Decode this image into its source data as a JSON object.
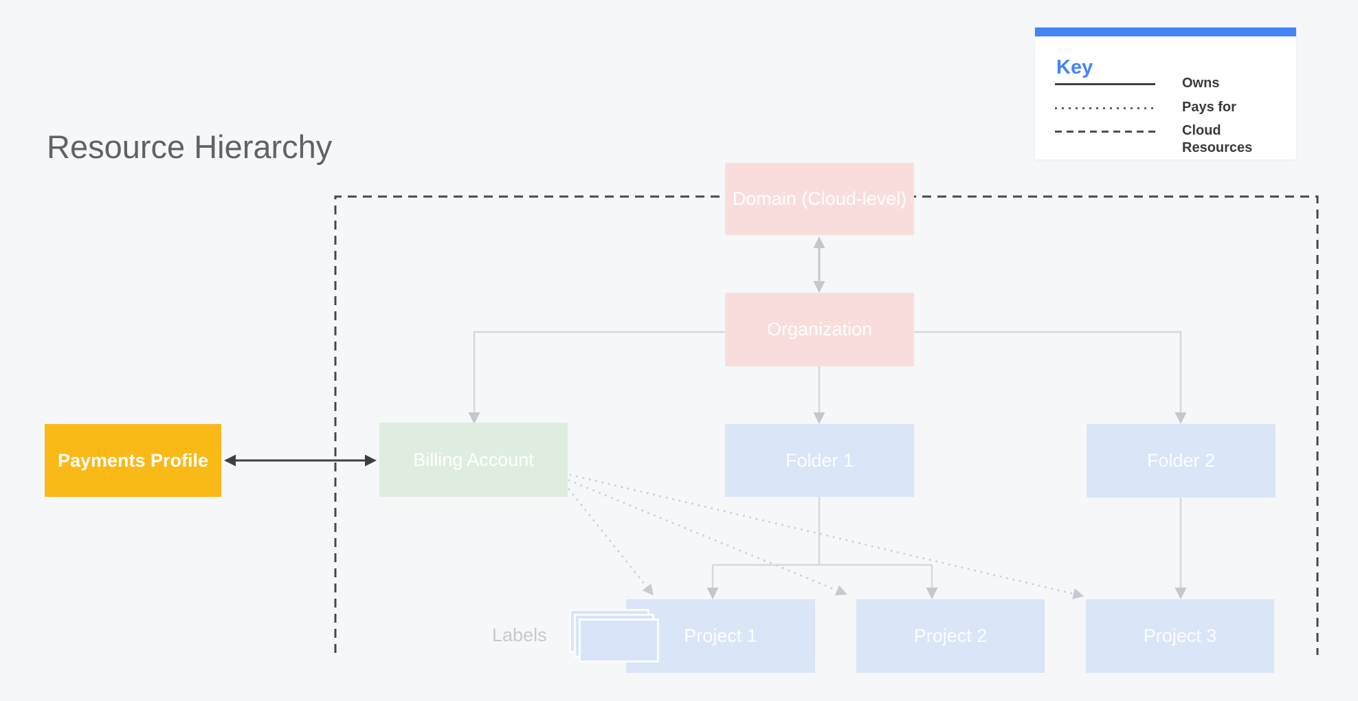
{
  "title": "Resource Hierarchy",
  "legend": {
    "title": "Key",
    "accent_color": "#4285F4",
    "items": [
      {
        "label": "Owns",
        "style": "solid"
      },
      {
        "label": "Pays for",
        "style": "dotted"
      },
      {
        "label": "Cloud Resources",
        "style": "dashed"
      }
    ]
  },
  "nodes": {
    "domain": {
      "label": "Domain (Cloud-level)",
      "color": "#F9DDDC"
    },
    "organization": {
      "label": "Organization",
      "color": "#F9DDDC"
    },
    "payments_profile": {
      "label": "Payments Profile",
      "color": "#F9B917"
    },
    "billing_account": {
      "label": "Billing Account",
      "color": "#DFEDE0"
    },
    "folder_1": {
      "label": "Folder 1",
      "color": "#DAE5F8"
    },
    "folder_2": {
      "label": "Folder 2",
      "color": "#DAE5F8"
    },
    "project_1": {
      "label": "Project 1",
      "color": "#DAE5F8"
    },
    "project_2": {
      "label": "Project 2",
      "color": "#DAE5F8"
    },
    "project_3": {
      "label": "Project 3",
      "color": "#DAE5F8"
    }
  },
  "edges": [
    {
      "from": "domain",
      "to": "organization",
      "type": "bidirectional"
    },
    {
      "from": "payments_profile",
      "to": "billing_account",
      "type": "bidirectional"
    },
    {
      "from": "organization",
      "to": "billing_account",
      "type": "owns"
    },
    {
      "from": "organization",
      "to": "folder_1",
      "type": "owns"
    },
    {
      "from": "organization",
      "to": "folder_2",
      "type": "owns"
    },
    {
      "from": "folder_1",
      "to": "project_1",
      "type": "owns"
    },
    {
      "from": "folder_1",
      "to": "project_2",
      "type": "owns"
    },
    {
      "from": "folder_2",
      "to": "project_3",
      "type": "owns"
    },
    {
      "from": "billing_account",
      "to": "project_1",
      "type": "pays_for"
    },
    {
      "from": "billing_account",
      "to": "project_2",
      "type": "pays_for"
    },
    {
      "from": "billing_account",
      "to": "project_3",
      "type": "pays_for"
    }
  ],
  "annotations": {
    "labels_caption": "Labels"
  },
  "icons": {
    "labels_cards": "stacked-cards-icon"
  },
  "colors": {
    "background": "#F5F7F9",
    "dashed_boundary": "#45484B",
    "dark_arrow": "#3C4043",
    "light_line": "#D6D9DC",
    "light_arrowhead": "#C4C7CB",
    "title_text": "#5F6368"
  }
}
